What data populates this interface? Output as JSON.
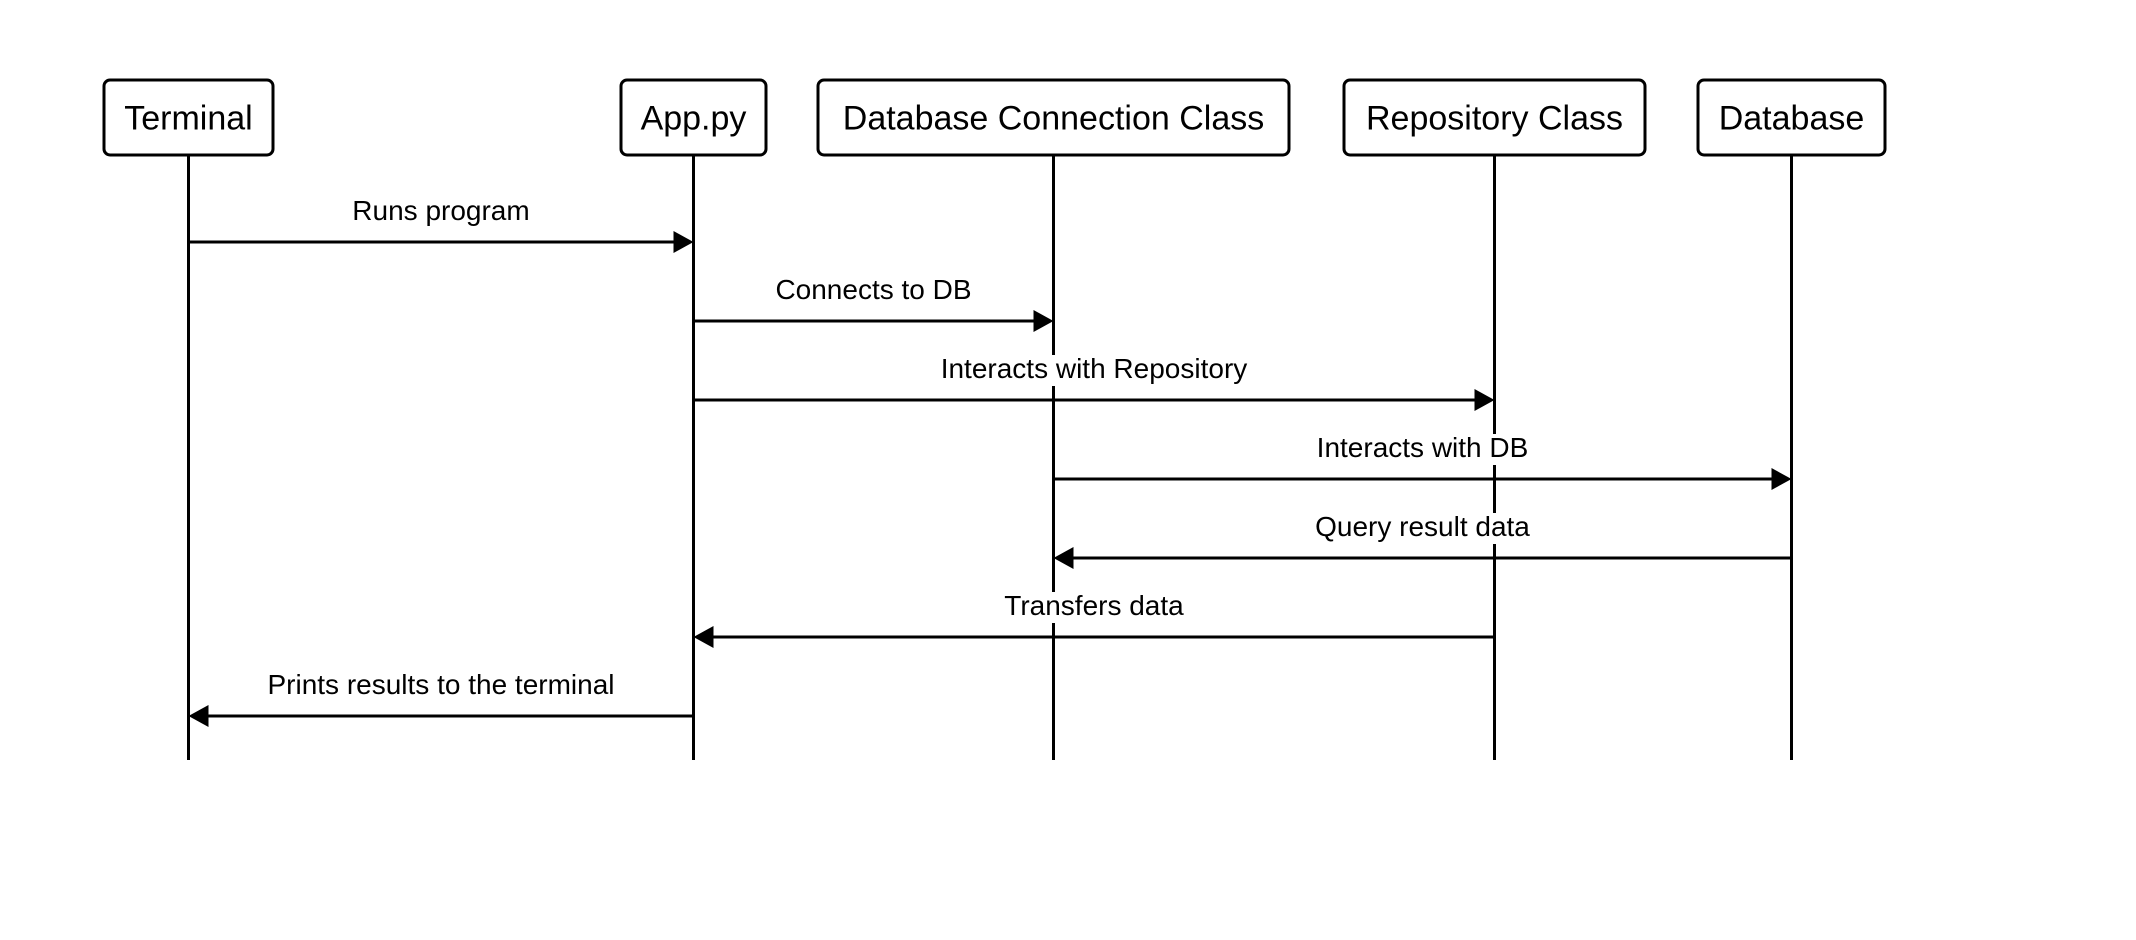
{
  "diagram": {
    "type": "sequence",
    "participants": [
      {
        "id": "terminal",
        "label": "Terminal"
      },
      {
        "id": "app",
        "label": "App.py"
      },
      {
        "id": "dbconn",
        "label": "Database Connection Class"
      },
      {
        "id": "repo",
        "label": "Repository Class"
      },
      {
        "id": "db",
        "label": "Database"
      }
    ],
    "messages": [
      {
        "from": "terminal",
        "to": "app",
        "label": "Runs program"
      },
      {
        "from": "app",
        "to": "dbconn",
        "label": "Connects to DB"
      },
      {
        "from": "app",
        "to": "repo",
        "label": "Interacts with Repository"
      },
      {
        "from": "dbconn",
        "to": "db",
        "label": "Interacts with DB"
      },
      {
        "from": "db",
        "to": "dbconn",
        "label": "Query result data"
      },
      {
        "from": "repo",
        "to": "app",
        "label": "Transfers data"
      },
      {
        "from": "app",
        "to": "terminal",
        "label": "Prints results to the terminal"
      }
    ]
  }
}
